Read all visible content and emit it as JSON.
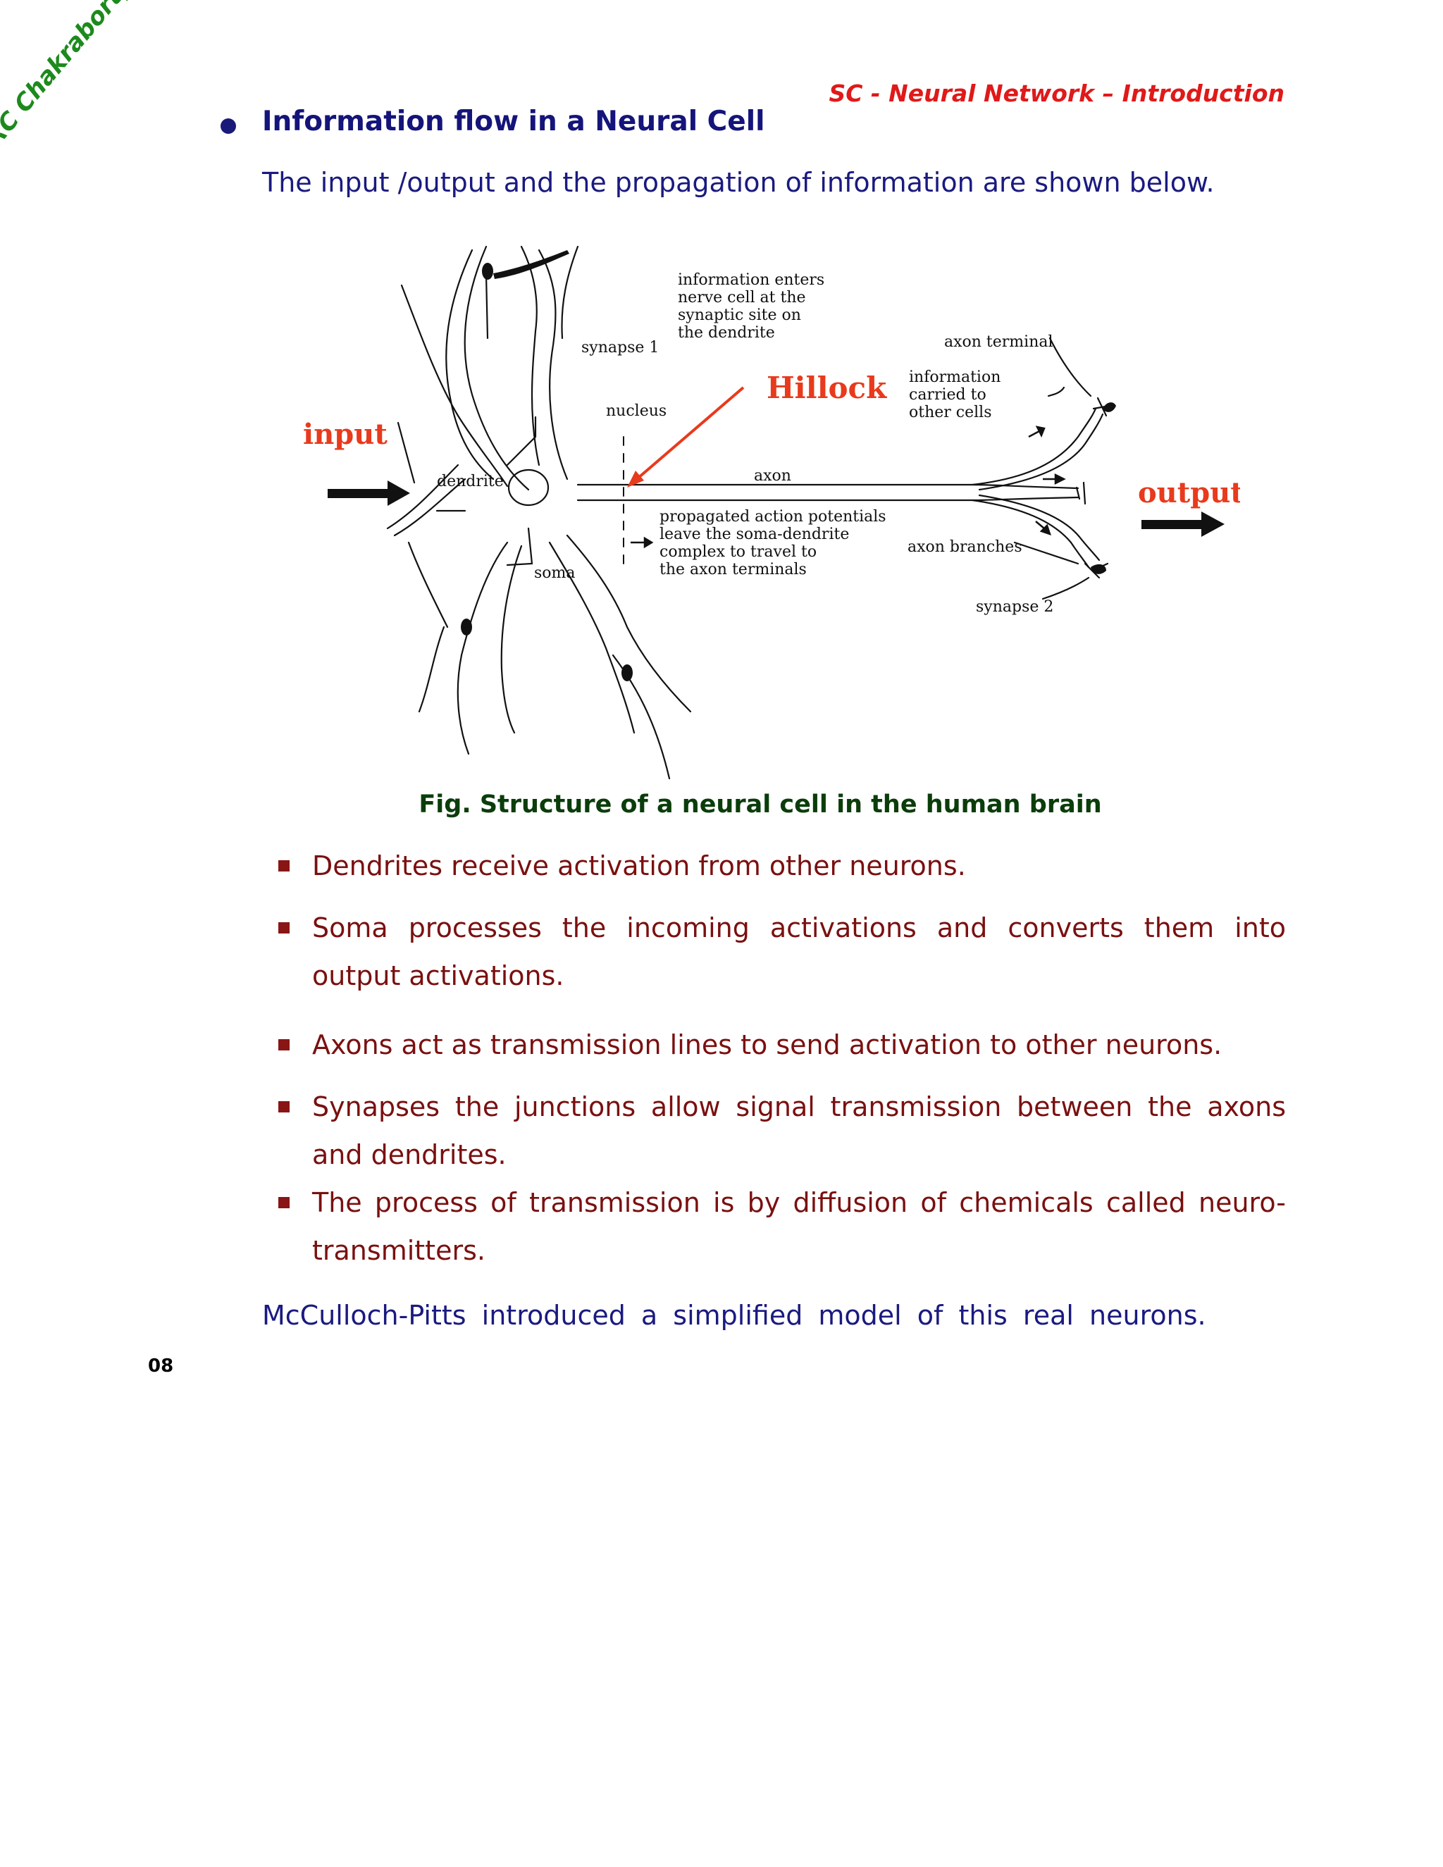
{
  "watermark": "RC Chakraborty, www.myreaders.info",
  "running_header": "SC - Neural Network – Introduction",
  "section_title": "Information flow in a  Neural Cell",
  "intro": "The input /output and the propagation of information are shown below.",
  "figure": {
    "input": "input",
    "output": "output",
    "hillock": "Hillock",
    "info_enters": [
      "information enters",
      "nerve cell at the",
      "synaptic site on",
      "the dendrite"
    ],
    "synapse1": "synapse 1",
    "nucleus": "nucleus",
    "dendrite": "dendrite",
    "soma": "soma",
    "axon": "axon",
    "axon_terminal": "axon terminal",
    "info_carried": [
      "information",
      "carried to",
      "other cells"
    ],
    "propagated": [
      "propagated action potentials",
      "leave the soma-dendrite",
      "complex to travel to",
      "the axon terminals"
    ],
    "axon_branches": "axon branches",
    "synapse2": "synapse 2",
    "label_color": "#e83a1c"
  },
  "caption": "Fig.  Structure of a neural cell in the human brain",
  "bullets": [
    "Dendrites receive activation from other neurons.",
    "Soma processes the incoming activations and converts them into output activations.",
    "Axons act as transmission lines to send activation to other neurons.",
    "Synapses the junctions allow signal transmission between the axons and dendrites.",
    "The process of transmission is by diffusion of chemicals called neuro-transmitters."
  ],
  "closing": "McCulloch-Pitts introduced a simplified model of this real neurons.",
  "page_number": "08"
}
